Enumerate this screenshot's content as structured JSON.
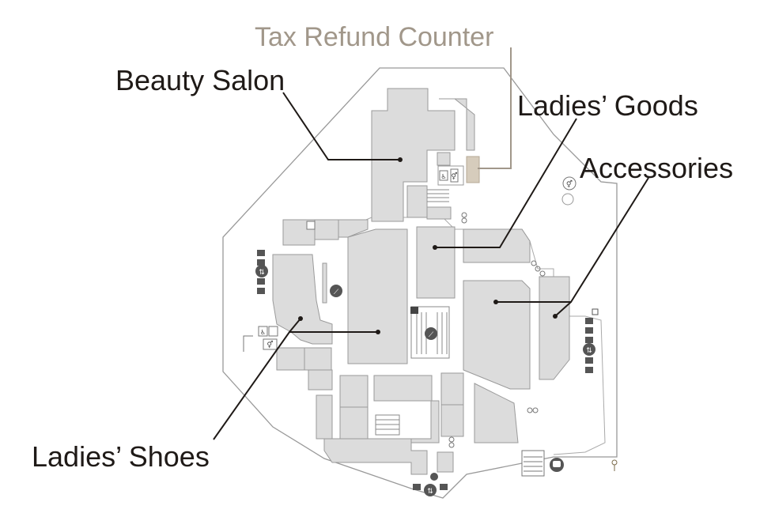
{
  "floor_map": {
    "labels": {
      "tax_refund_counter": "Tax Refund Counter",
      "beauty_salon": "Beauty Salon",
      "ladies_goods": "Ladies’ Goods",
      "accessories": "Accessories",
      "ladies_shoes": "Ladies’ Shoes"
    },
    "icons": {
      "restroom": "restroom-icon",
      "accessible_restroom": "accessible-restroom-icon",
      "escalator": "escalator-icon",
      "elevator": "elevator-icon",
      "train": "train-icon"
    },
    "colors": {
      "shop_fill": "#dcdcdc",
      "outline": "#999999",
      "tax_counter_fill": "#d6ccbc",
      "tax_label": "#a1978a",
      "label_text": "#1f1a17",
      "leader_line": "#1f1a17",
      "icon_fill": "#555555"
    }
  }
}
